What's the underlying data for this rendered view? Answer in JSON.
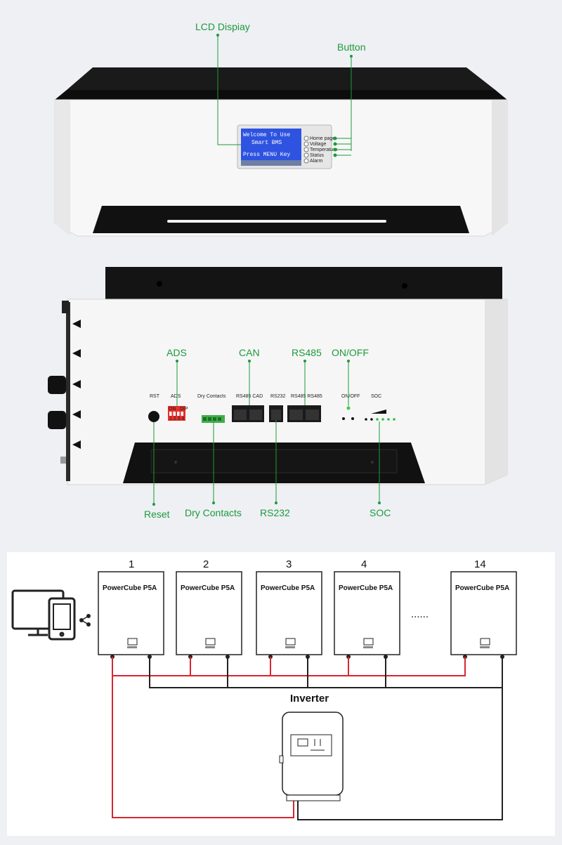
{
  "top_view": {
    "callouts": {
      "lcd": "LCD Dispiay",
      "button": "Button"
    },
    "lcd_lines": [
      "Welcome To Use",
      "Smart BMS",
      "Press MENU Key"
    ],
    "button_labels": [
      "Home page",
      "Voltage",
      "Temperature",
      "Status",
      "Alarm"
    ]
  },
  "side_view": {
    "panel_labels": {
      "rst": "RST",
      "ads": "ADS",
      "dry": "Dry Contacts",
      "rs485_can": "RS485  CAD",
      "rs232": "RS232",
      "rs485_rs485": "RS485 RS485",
      "onoff": "ON/OFF",
      "soc": "SOC",
      "dip_on": "ON",
      "dip_dip": "DIP",
      "dip_nums": "1 2 3 4"
    },
    "callouts_top": {
      "ads": "ADS",
      "can": "CAN",
      "rs485": "RS485",
      "onoff": "ON/OFF"
    },
    "callouts_bottom": {
      "reset": "Reset",
      "dry": "Dry Contacts",
      "rs232": "RS232",
      "soc": "SOC"
    }
  },
  "wiring": {
    "units": [
      {
        "number": "1",
        "label": "PowerCube P5A"
      },
      {
        "number": "2",
        "label": "PowerCube P5A"
      },
      {
        "number": "3",
        "label": "PowerCube P5A"
      },
      {
        "number": "4",
        "label": "PowerCube P5A"
      },
      {
        "number": "14",
        "label": "PowerCube P5A"
      }
    ],
    "ellipsis": "......",
    "inverter_label": "Inverter"
  },
  "colors": {
    "callout": "#1c9a3c",
    "positive_wire": "#d8262e",
    "negative_wire": "#222222"
  }
}
